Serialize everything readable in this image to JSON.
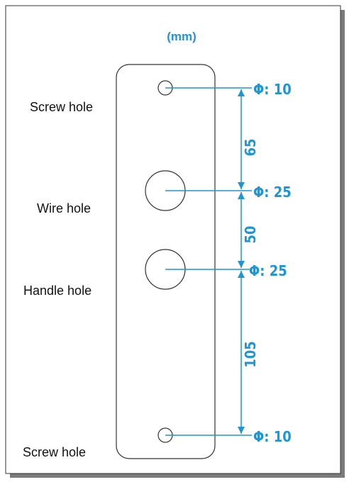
{
  "unit_label": "(mm)",
  "colors": {
    "accent": "#1f95d1",
    "outline": "#333333",
    "shadow": "#7a7a7a"
  },
  "labels": {
    "screw_hole_top": "Screw hole",
    "wire_hole": "Wire hole",
    "handle_hole": "Handle hole",
    "screw_hole_bottom": "Screw hole"
  },
  "diameters": {
    "screw_top": "Φ: 10",
    "wire": "Φ: 25",
    "handle": "Φ: 25",
    "screw_bottom": "Φ: 10"
  },
  "spacings": {
    "screw_to_wire": "65",
    "wire_to_handle": "50",
    "handle_to_screw": "105"
  }
}
